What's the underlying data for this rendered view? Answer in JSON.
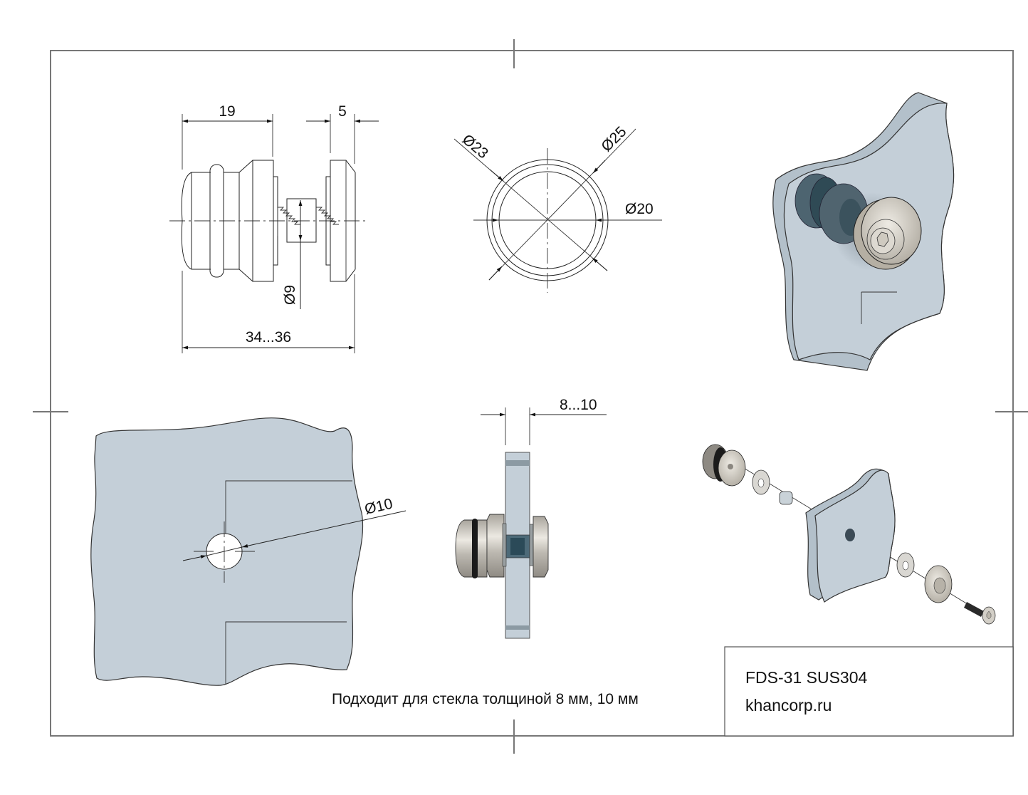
{
  "drawing": {
    "side_view": {
      "dim_body_length": "19",
      "dim_cap_thickness": "5",
      "dim_bolt_diameter": "Ø9",
      "dim_total_length": "34...36"
    },
    "front_view": {
      "dim_inner": "Ø23",
      "dim_outer": "Ø25",
      "dim_core": "Ø20"
    },
    "glass_view": {
      "dim_hole": "Ø10"
    },
    "section_view": {
      "dim_glass_thickness": "8...10"
    },
    "note": "Подходит для стекла толщиной 8 мм, 10 мм",
    "title_block": {
      "model": "FDS-31 SUS304",
      "website": "khancorp.ru"
    },
    "colors": {
      "glass": "#c4cfd8",
      "steel": "#d8d4cc",
      "frame": "#777777"
    }
  }
}
